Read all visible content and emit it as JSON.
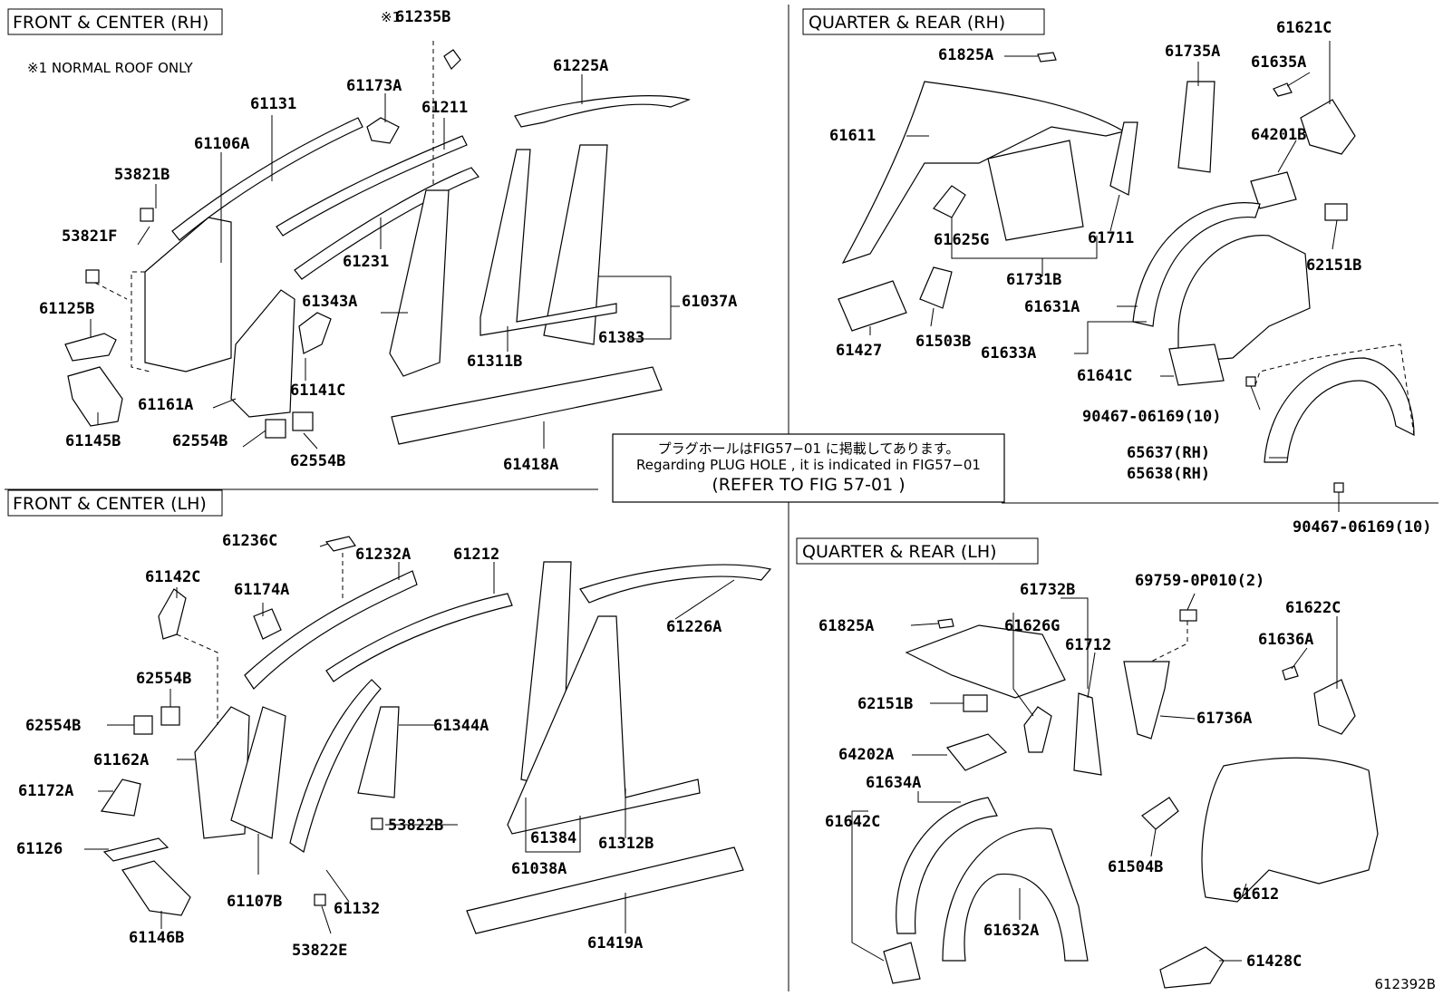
{
  "sections": {
    "front_center_rh": "FRONT & CENTER (RH)",
    "front_center_lh": "FRONT & CENTER (LH)",
    "quarter_rear_rh": "QUARTER & REAR (RH)",
    "quarter_rear_lh": "QUARTER & REAR (LH)"
  },
  "notes": {
    "normal_roof_marker": "※1",
    "normal_roof": "※1 NORMAL ROOF ONLY",
    "plug_jp": "プラグホールはFIG57−01 に掲載してあります。",
    "plug_en": "Regarding PLUG HOLE , it is indicated in FIG57−01",
    "refer": "(REFER TO FIG 57-01 )",
    "figure_id": "612392B"
  },
  "labels": {
    "p61235B": "61235B",
    "p61225A": "61225A",
    "p61173A": "61173A",
    "p61131": "61131",
    "p61211": "61211",
    "p61106A": "61106A",
    "p53821B": "53821B",
    "p53821F": "53821F",
    "p61231": "61231",
    "p61125B": "61125B",
    "p61343A": "61343A",
    "p61037A": "61037A",
    "p61383": "61383",
    "p61311B": "61311B",
    "p61141C": "61141C",
    "p61161A": "61161A",
    "p61145B": "61145B",
    "p62554B_a": "62554B",
    "p62554B_b": "62554B",
    "p61418A": "61418A",
    "p61825A_rh": "61825A",
    "p61735A": "61735A",
    "p61621C": "61621C",
    "p61635A": "61635A",
    "p61611": "61611",
    "p64201B": "64201B",
    "p61625G": "61625G",
    "p61711": "61711",
    "p62151B_rh": "62151B",
    "p61731B": "61731B",
    "p61631A": "61631A",
    "p61427": "61427",
    "p61503B": "61503B",
    "p61633A": "61633A",
    "p61641C": "61641C",
    "p90467_a": "90467-06169(10)",
    "p65637": "65637(RH)",
    "p65638": "65638(RH)",
    "p90467_b": "90467-06169(10)",
    "p61236C": "61236C",
    "p61232A": "61232A",
    "p61212": "61212",
    "p61142C": "61142C",
    "p61174A": "61174A",
    "p61226A": "61226A",
    "p62554B_c": "62554B",
    "p62554B_d": "62554B",
    "p61344A": "61344A",
    "p61162A": "61162A",
    "p61172A": "61172A",
    "p53822B": "53822B",
    "p61384": "61384",
    "p61312B": "61312B",
    "p61126": "61126",
    "p61038A": "61038A",
    "p61107B": "61107B",
    "p61132": "61132",
    "p61146B": "61146B",
    "p53822E": "53822E",
    "p61419A": "61419A",
    "p61732B": "61732B",
    "p69759": "69759-0P010(2)",
    "p61825A_lh": "61825A",
    "p61626G": "61626G",
    "p61622C": "61622C",
    "p61712": "61712",
    "p61636A": "61636A",
    "p62151B_lh": "62151B",
    "p61736A": "61736A",
    "p64202A": "64202A",
    "p61634A": "61634A",
    "p61642C": "61642C",
    "p61504B": "61504B",
    "p61612": "61612",
    "p61632A": "61632A",
    "p61428C": "61428C"
  }
}
